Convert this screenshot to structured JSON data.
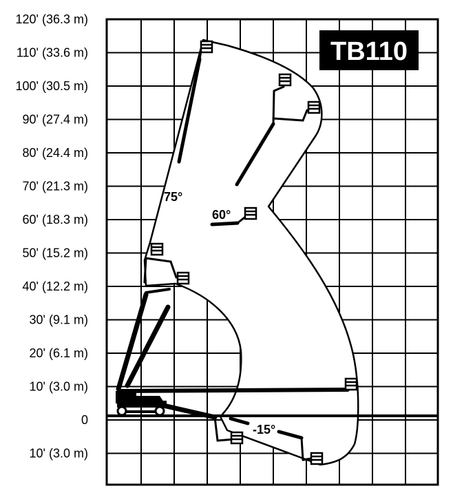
{
  "model_label": "TB110",
  "y_axis_labels": [
    "120' (36.3 m)",
    "110' (33.6 m)",
    "100' (30.5 m)",
    "90' (27.4 m)",
    "80' (24.4 m)",
    "70' (21.3 m)",
    "60' (18.3 m)",
    "50' (15.2 m)",
    "40' (12.2 m)",
    "30' (9.1 m)",
    "20' (6.1 m)",
    "10' (3.0 m)",
    "0",
    "10' (3.0 m)"
  ],
  "boom_angles": {
    "angle_75": "75°",
    "angle_60": "60°",
    "angle_neg15": "-15°"
  }
}
